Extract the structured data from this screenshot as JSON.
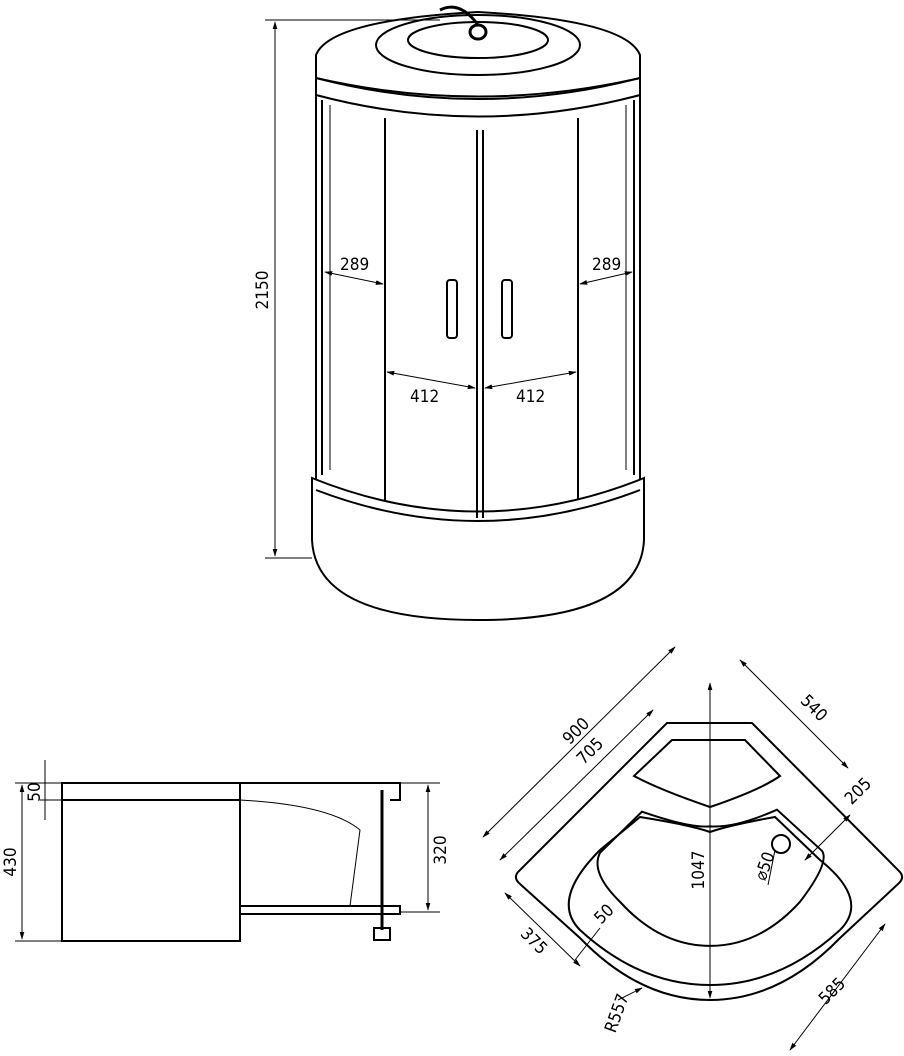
{
  "front_view": {
    "height_label": "2150",
    "side_left_label": "289",
    "side_right_label": "289",
    "door_left_label": "412",
    "door_right_label": "412"
  },
  "side_view": {
    "rim_label": "50",
    "total_height_label": "430",
    "tray_height_label": "320"
  },
  "plan_view": {
    "outer_width_label": "900",
    "inner_width_label": "705",
    "side_depth_label": "540",
    "drain_offset_label": "205",
    "diagonal_label": "1047",
    "drain_diameter_label": "⌀50",
    "rim_width_label": "50",
    "front_offset_label": "375",
    "radius_label": "R557",
    "front_depth_label": "585"
  }
}
